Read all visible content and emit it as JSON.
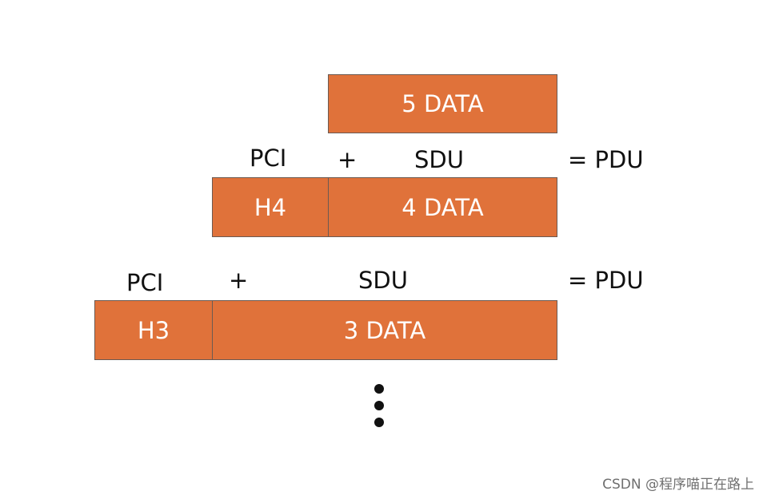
{
  "colors": {
    "box_fill": "#e0723a",
    "box_border": "#6b5a52",
    "text_on_box": "#ffffff",
    "label_text": "#111111"
  },
  "layer5": {
    "data_label": "5 DATA"
  },
  "layer4": {
    "pci_label": "PCI",
    "plus": "+",
    "sdu_label": "SDU",
    "pdu_label": "= PDU",
    "header_label": "H4",
    "data_label": "4 DATA"
  },
  "layer3": {
    "pci_label": "PCI",
    "plus": "+",
    "sdu_label": "SDU",
    "pdu_label": "= PDU",
    "header_label": "H3",
    "data_label": "3 DATA"
  },
  "ellipsis": {
    "dot_count": 3
  },
  "watermark": {
    "text": "CSDN @程序喵正在路上"
  }
}
